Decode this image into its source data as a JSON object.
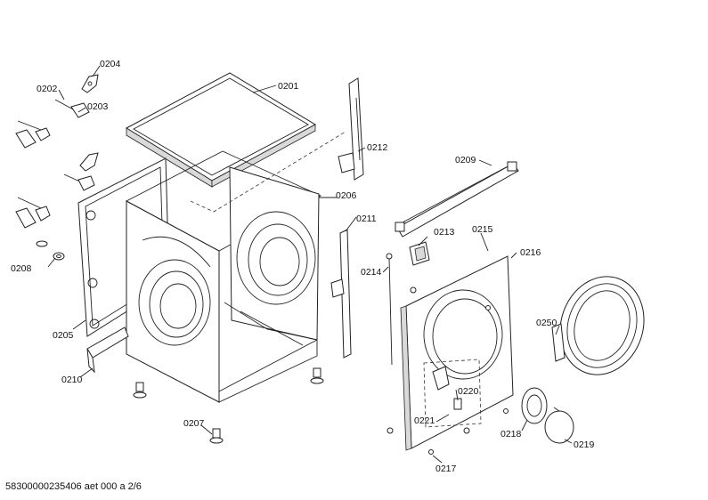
{
  "callouts": {
    "c0201": "0201",
    "c0202": "0202",
    "c0203": "0203",
    "c0204": "0204",
    "c0205": "0205",
    "c0206": "0206",
    "c0207": "0207",
    "c0208": "0208",
    "c0209": "0209",
    "c0210": "0210",
    "c0211": "0211",
    "c0212": "0212",
    "c0213": "0213",
    "c0214": "0214",
    "c0215": "0215",
    "c0216": "0216",
    "c0217": "0217",
    "c0218": "0218",
    "c0219": "0219",
    "c0220": "0220",
    "c0221": "0221",
    "c0250": "0250"
  },
  "footer": {
    "code": "58300000235406 aet 000 a 2/6"
  }
}
